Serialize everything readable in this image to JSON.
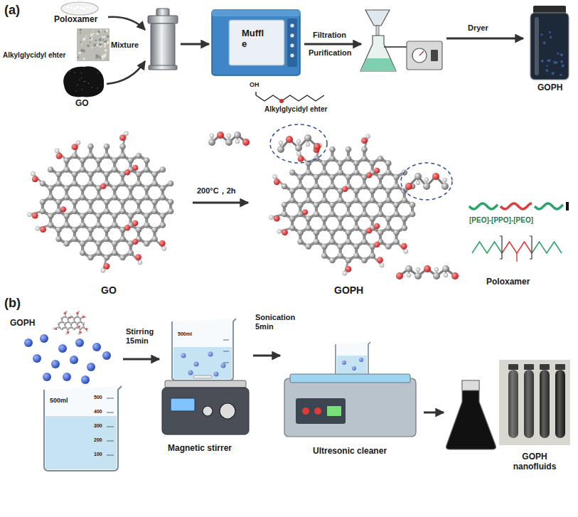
{
  "diagram": {
    "nodes": [
      {
        "text": [
          "Poloxamer"
        ]
      },
      {
        "text": [
          "Alkylglycidyl ehter"
        ]
      },
      {
        "text": [
          "GO"
        ]
      },
      {
        "text": [
          "Muffl e"
        ]
      },
      {
        "text": [
          "GOPH"
        ]
      },
      {
        "text": [
          "GO"
        ]
      },
      {
        "text": [
          "GOPH"
        ]
      },
      {
        "text": [
          "[PEO]-[PPO]-[PEO]",
          "Poloxamer"
        ]
      },
      {
        "text": [
          "GOPH",
          "500ml",
          "500",
          "400",
          "300",
          "200",
          "100"
        ]
      },
      {
        "text": [
          "500ml",
          "Magnetic stirrer"
        ]
      },
      {
        "text": [
          "Ultresonic cleaner"
        ]
      },
      {
        "text": [
          "GOPH nanofluids"
        ]
      }
    ],
    "edges": [
      {
        "from": 5,
        "to": 6,
        "arrow": "to",
        "label": "200°C，2h"
      },
      {
        "from": 8,
        "to": 9,
        "arrow": "to",
        "label": "Stirring 15min"
      },
      {
        "from": 9,
        "to": 10,
        "arrow": "to",
        "label": "Sonication 5min"
      },
      {
        "from": 10,
        "to": 11,
        "arrow": "to"
      }
    ],
    "labels": [
      "(a)",
      "Mixture",
      "Filtration",
      "Purification",
      "Dryer",
      "OH",
      "Alkylglycidyl ehter",
      "(b)"
    ]
  }
}
